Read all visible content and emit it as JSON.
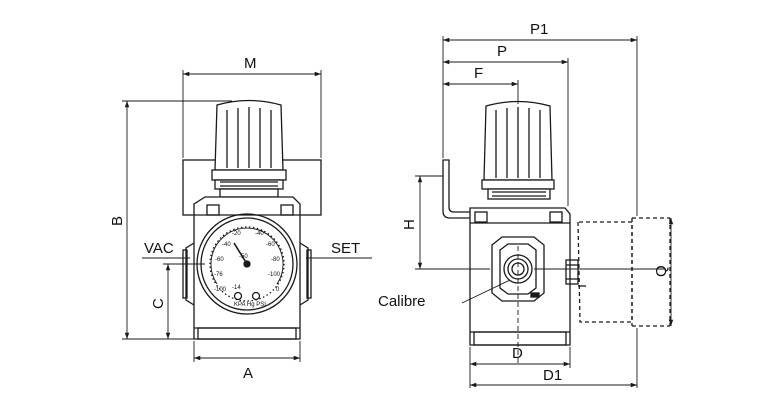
{
  "front_view": {
    "dimensions": {
      "width_top": "M",
      "height_total": "B",
      "height_port": "C",
      "width_body": "A"
    },
    "port_labels": {
      "left": "VAC",
      "right": "SET"
    },
    "gauge": {
      "scale_left": [
        "-20",
        "-40",
        "-60",
        "-76"
      ],
      "scale_right": [
        "-40",
        "-60",
        "-80",
        "-100"
      ],
      "mid_value": "-50",
      "mid_low": "-14",
      "bottom_left": "-100",
      "bottom_right": "0",
      "units": "KPA Hg PSI"
    }
  },
  "side_view": {
    "dimensions": {
      "overall": "P1",
      "p": "P",
      "f": "F",
      "h": "H",
      "q": "Q",
      "d": "D",
      "d1": "D1"
    },
    "callout": "Calibre"
  },
  "colors": {
    "line": "#1a1a1a",
    "background": "#ffffff"
  }
}
